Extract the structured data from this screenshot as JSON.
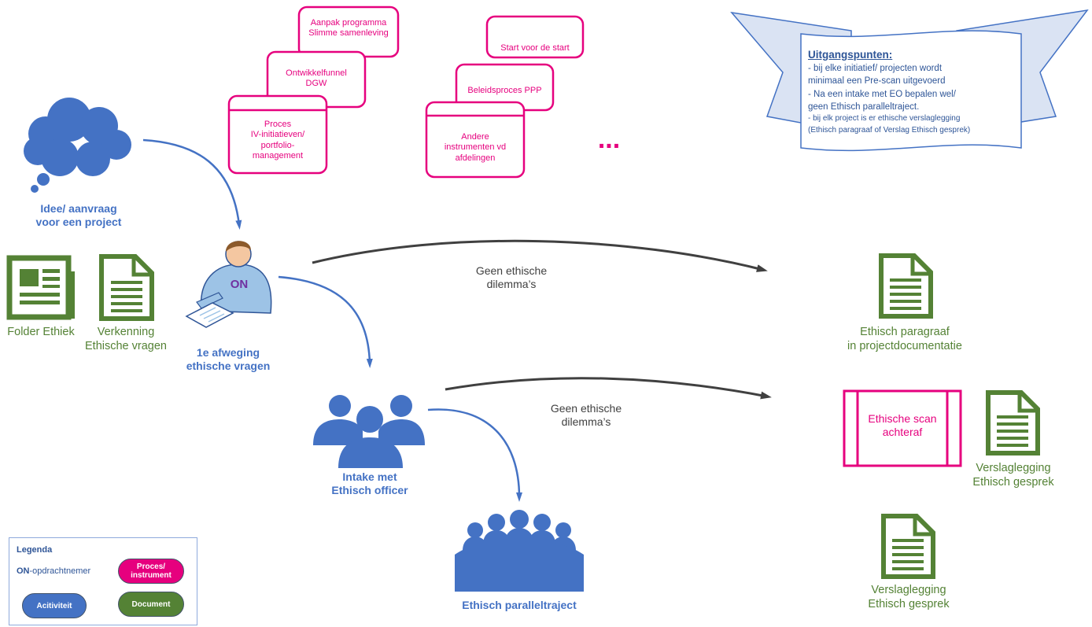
{
  "colors": {
    "activity": "#4472c4",
    "document": "#548235",
    "process": "#e6007e",
    "arrow": "#404040"
  },
  "process_boxes": [
    {
      "id": "aanpak",
      "lines": [
        "Aanpak programma",
        "Slimme samenleving"
      ]
    },
    {
      "id": "ontwikkelfunnel",
      "lines": [
        "Ontwikkelfunnel",
        "DGW"
      ]
    },
    {
      "id": "proces_iv",
      "lines": [
        "Proces",
        "IV-initiatieven/",
        "portfolio-",
        "management"
      ]
    },
    {
      "id": "start",
      "lines": [
        "Start voor de start"
      ]
    },
    {
      "id": "beleidsproces",
      "lines": [
        "Beleidsproces PPP"
      ]
    },
    {
      "id": "andere",
      "lines": [
        "Andere",
        "instrumenten vd",
        "afdelingen"
      ]
    }
  ],
  "more": "...",
  "banner": {
    "heading": "Uitgangspunten:",
    "lines": [
      "- bij elke initiatief/ projecten wordt",
      "minimaal een Pre-scan uitgevoerd",
      "- Na een intake met EO bepalen wel/",
      "geen Ethisch paralleltraject.",
      " -  bij elk project is er ethische verslaglegging",
      "(Ethisch paragraaf of Verslag Ethisch gesprek)"
    ]
  },
  "activities": {
    "idea": [
      "Idee/ aanvraag",
      "voor een project"
    ],
    "afweging": [
      "1e afweging",
      "ethische vragen"
    ],
    "intake": [
      "Intake met",
      "Ethisch officer"
    ],
    "parallel": [
      "Ethisch paralleltraject"
    ]
  },
  "on_label": "ON",
  "documents": {
    "folder": [
      "Folder Ethiek"
    ],
    "verkenning": [
      "Verkenning",
      "Ethische vragen"
    ],
    "paragraaf": [
      "Ethisch paragraaf",
      "in projectdocumentatie"
    ],
    "verslag1": [
      "Verslaglegging",
      "Ethisch gesprek"
    ],
    "verslag2": [
      "Verslaglegging",
      "Ethisch gesprek"
    ]
  },
  "scan": [
    "Ethische scan",
    "achteraf"
  ],
  "arrow_labels": {
    "a1": [
      "Geen ethische",
      "dilemma’s"
    ],
    "a2": [
      "Geen ethische",
      "dilemma’s"
    ]
  },
  "legend": {
    "title": "Legenda",
    "on_prefix": "ON",
    "on_suffix": "-opdrachtnemer",
    "process": [
      "Proces/",
      "instrument"
    ],
    "activity": "Acitiviteit",
    "document": "Document"
  }
}
